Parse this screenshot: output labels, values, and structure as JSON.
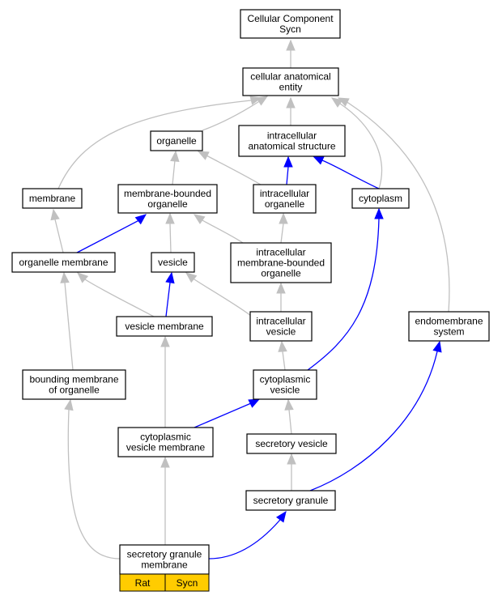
{
  "colors": {
    "is_a_edge": "#c0c0c0",
    "part_of_edge": "#0000ff",
    "node_border": "#000000",
    "annotation_fill": "#ffcc00"
  },
  "nodes": {
    "cellular_component_sycn": [
      "Cellular Component",
      "Sycn"
    ],
    "cellular_anatomical_entity": [
      "cellular anatomical",
      "entity"
    ],
    "organelle": [
      "organelle"
    ],
    "intracellular_anatomical_structure": [
      "intracellular",
      "anatomical structure"
    ],
    "membrane": [
      "membrane"
    ],
    "membrane_bounded_organelle": [
      "membrane-bounded",
      "organelle"
    ],
    "intracellular_organelle": [
      "intracellular",
      "organelle"
    ],
    "cytoplasm": [
      "cytoplasm"
    ],
    "organelle_membrane": [
      "organelle membrane"
    ],
    "vesicle": [
      "vesicle"
    ],
    "intracellular_membrane_bounded_organelle": [
      "intracellular",
      "membrane-bounded",
      "organelle"
    ],
    "vesicle_membrane": [
      "vesicle membrane"
    ],
    "intracellular_vesicle": [
      "intracellular",
      "vesicle"
    ],
    "endomembrane_system": [
      "endomembrane",
      "system"
    ],
    "bounding_membrane_of_organelle": [
      "bounding membrane",
      "of organelle"
    ],
    "cytoplasmic_vesicle": [
      "cytoplasmic",
      "vesicle"
    ],
    "cytoplasmic_vesicle_membrane": [
      "cytoplasmic",
      "vesicle membrane"
    ],
    "secretory_vesicle": [
      "secretory vesicle"
    ],
    "secretory_granule": [
      "secretory granule"
    ],
    "secretory_granule_membrane": [
      "secretory granule",
      "membrane"
    ]
  },
  "annotation": {
    "species": "Rat",
    "gene": "Sycn"
  },
  "edges": [
    {
      "from": "cellular_anatomical_entity",
      "to": "cellular_component_sycn",
      "type": "is_a"
    },
    {
      "from": "organelle",
      "to": "cellular_anatomical_entity",
      "type": "is_a"
    },
    {
      "from": "intracellular_anatomical_structure",
      "to": "cellular_anatomical_entity",
      "type": "is_a"
    },
    {
      "from": "membrane",
      "to": "cellular_anatomical_entity",
      "type": "is_a"
    },
    {
      "from": "cytoplasm",
      "to": "cellular_anatomical_entity",
      "type": "is_a"
    },
    {
      "from": "endomembrane_system",
      "to": "cellular_anatomical_entity",
      "type": "is_a"
    },
    {
      "from": "membrane_bounded_organelle",
      "to": "organelle",
      "type": "is_a"
    },
    {
      "from": "intracellular_organelle",
      "to": "organelle",
      "type": "is_a"
    },
    {
      "from": "intracellular_organelle",
      "to": "intracellular_anatomical_structure",
      "type": "part_of"
    },
    {
      "from": "cytoplasm",
      "to": "intracellular_anatomical_structure",
      "type": "part_of"
    },
    {
      "from": "organelle_membrane",
      "to": "membrane",
      "type": "is_a"
    },
    {
      "from": "organelle_membrane",
      "to": "membrane_bounded_organelle",
      "type": "part_of"
    },
    {
      "from": "vesicle",
      "to": "membrane_bounded_organelle",
      "type": "is_a"
    },
    {
      "from": "intracellular_membrane_bounded_organelle",
      "to": "membrane_bounded_organelle",
      "type": "is_a"
    },
    {
      "from": "intracellular_membrane_bounded_organelle",
      "to": "intracellular_organelle",
      "type": "is_a"
    },
    {
      "from": "vesicle_membrane",
      "to": "organelle_membrane",
      "type": "is_a"
    },
    {
      "from": "vesicle_membrane",
      "to": "vesicle",
      "type": "part_of"
    },
    {
      "from": "intracellular_vesicle",
      "to": "vesicle",
      "type": "is_a"
    },
    {
      "from": "intracellular_vesicle",
      "to": "intracellular_membrane_bounded_organelle",
      "type": "is_a"
    },
    {
      "from": "bounding_membrane_of_organelle",
      "to": "organelle_membrane",
      "type": "is_a"
    },
    {
      "from": "cytoplasmic_vesicle",
      "to": "intracellular_vesicle",
      "type": "is_a"
    },
    {
      "from": "cytoplasmic_vesicle",
      "to": "cytoplasm",
      "type": "part_of"
    },
    {
      "from": "cytoplasmic_vesicle_membrane",
      "to": "vesicle_membrane",
      "type": "is_a"
    },
    {
      "from": "cytoplasmic_vesicle_membrane",
      "to": "cytoplasmic_vesicle",
      "type": "part_of"
    },
    {
      "from": "secretory_vesicle",
      "to": "cytoplasmic_vesicle",
      "type": "is_a"
    },
    {
      "from": "secretory_granule",
      "to": "secretory_vesicle",
      "type": "is_a"
    },
    {
      "from": "secretory_granule",
      "to": "endomembrane_system",
      "type": "part_of"
    },
    {
      "from": "secretory_granule_membrane",
      "to": "cytoplasmic_vesicle_membrane",
      "type": "is_a"
    },
    {
      "from": "secretory_granule_membrane",
      "to": "bounding_membrane_of_organelle",
      "type": "is_a"
    },
    {
      "from": "secretory_granule_membrane",
      "to": "secretory_granule",
      "type": "part_of"
    }
  ]
}
